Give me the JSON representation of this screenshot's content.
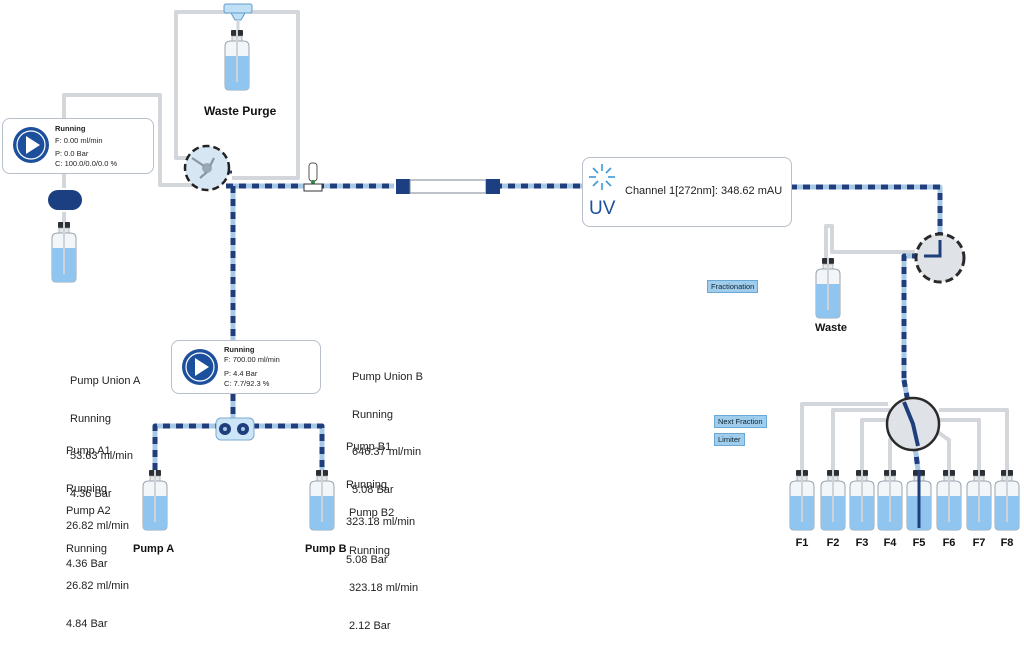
{
  "waste_purge": {
    "label": "Waste Purge"
  },
  "system_pump": {
    "status": "Running",
    "flow": "F: 0.00 ml/min",
    "pressure": "P: 0.0  Bar",
    "composition": "C: 100.0/0.0/0.0 %"
  },
  "gradient_pump": {
    "status": "Running",
    "flow": "F: 700.00 ml/min",
    "pressure": "P: 4.4  Bar",
    "composition": "C: 7.7/92.3 %"
  },
  "uv": {
    "logo": "UV",
    "reading": "Channel 1[272nm]: 348.62 mAU"
  },
  "fractionation": {
    "button_label": "Fractionation"
  },
  "next_fraction": {
    "button_label": "Next Fraction"
  },
  "limiter": {
    "button_label": "Limiter"
  },
  "waste": {
    "label": "Waste"
  },
  "pump_union_a": {
    "name": "Pump Union A",
    "status": "Running",
    "flow": "53.63 ml/min",
    "pressure": "4.36 Bar"
  },
  "pump_union_b": {
    "name": "Pump Union B",
    "status": "Running",
    "flow": "646.37 ml/min",
    "pressure": "5.08 Bar"
  },
  "pump_a1": {
    "name": "Pump A1",
    "status": "Running",
    "flow": "26.82 ml/min",
    "pressure": "4.36 Bar"
  },
  "pump_a2": {
    "name": "Pump A2",
    "status": "Running",
    "flow": "26.82 ml/min",
    "pressure": "4.84 Bar"
  },
  "pump_b1": {
    "name": "Pump B1",
    "status": "Running",
    "flow": "323.18 ml/min",
    "pressure": "5.08 Bar"
  },
  "pump_b2": {
    "name": "Pump B2",
    "status": "Running",
    "flow": "323.18 ml/min",
    "pressure": "2.12 Bar"
  },
  "pump_a": {
    "label": "Pump A"
  },
  "pump_b": {
    "label": "Pump B"
  },
  "fractions": [
    "F1",
    "F2",
    "F3",
    "F4",
    "F5",
    "F6",
    "F7",
    "F8"
  ],
  "colors": {
    "flow_dark": "#1f3e7c",
    "flow_light": "#a9c8e6",
    "pipe": "#d3d6da",
    "liquid": "#8fc5ee",
    "accent": "#1c4f9c"
  }
}
